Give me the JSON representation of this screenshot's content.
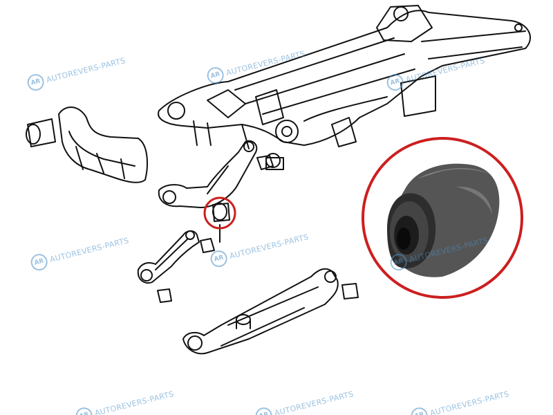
{
  "watermark": {
    "logo_text": "AR",
    "brand_text": "AUTOREVERS-PARTS",
    "color": "#4a90c8"
  },
  "highlight_color": "#cc1f1f",
  "parts": [
    "rear-subframe",
    "trailing-arm",
    "upper-control-arm",
    "lateral-link",
    "lower-control-arm",
    "silent-block-bushing"
  ]
}
